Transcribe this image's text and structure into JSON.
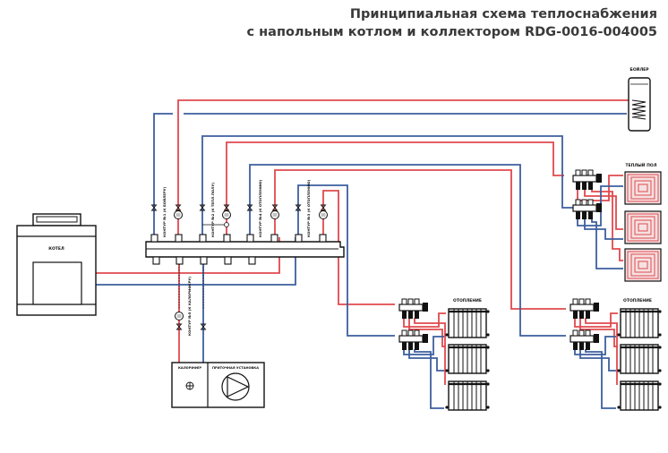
{
  "title": {
    "line1": "Принципиальная схема теплоснабжения",
    "line2": "с напольным котлом и коллектором RDG-0016-004005"
  },
  "labels": {
    "boiler": "КОТЕЛ",
    "dhw_tank": "БОЙЛЕР",
    "underfloor": "ТЕПЛЫЙ ПОЛ",
    "heating_1": "ОТОПЛЕНИЕ",
    "heating_2": "ОТОПЛЕНИЕ",
    "heater": "КАЛОРИФЕР",
    "ventilation": "ПРИТОЧНАЯ УСТАНОВКА",
    "circuit_1": "КОНТУР №1 (К БОЙЛЕРУ)",
    "circuit_2": "КОНТУР №2 (К ТЕПЛ.ПОЛУ)",
    "circuit_3": "КОНТУР №3 (К ОТОПЛЕНИЮ)",
    "circuit_4": "КОНТУР №4 (К ОТОПЛЕНИЮ)",
    "circuit_5": "КОНТУР №5 (К КАЛОРИФЕРУ)"
  },
  "colors": {
    "supply": "#e0494f",
    "return": "#3d5f9e",
    "outline": "#111111",
    "title": "#3a3a3a"
  },
  "legend_semantics": {
    "supply_line": "red = подача",
    "return_line": "blue = обратка"
  }
}
